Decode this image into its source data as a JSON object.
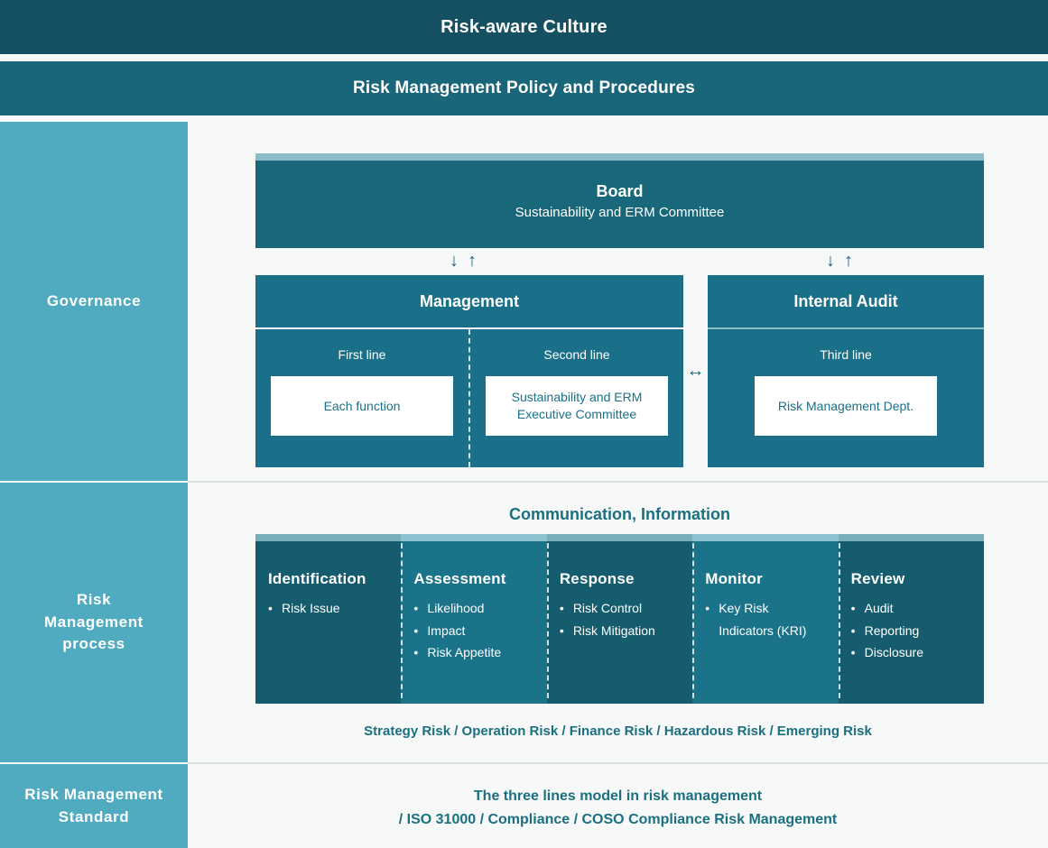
{
  "banners": {
    "culture": "Risk-aware Culture",
    "policy": "Risk Management Policy and Procedures"
  },
  "rail": {
    "governance": "Governance",
    "process": "Risk\nManagement\nprocess",
    "standard": "Risk Management\nStandard"
  },
  "governance": {
    "board": {
      "title": "Board",
      "subtitle": "Sustainability and ERM Committee"
    },
    "arrows": {
      "down": "↓",
      "up": "↑",
      "both": "↔"
    },
    "management": {
      "title": "Management",
      "columns": [
        {
          "line_label": "First line",
          "card": "Each function"
        },
        {
          "line_label": "Second line",
          "card": "Sustainability and ERM\nExecutive Committee"
        }
      ]
    },
    "internal_audit": {
      "title": "Internal Audit",
      "line_label": "Third line",
      "card": "Risk Management Dept."
    }
  },
  "process": {
    "communication_label": "Communication, Information",
    "steps": [
      {
        "title": "Identification",
        "items": [
          "Risk Issue"
        ]
      },
      {
        "title": "Assessment",
        "items": [
          "Likelihood",
          "Impact",
          "Risk Appetite"
        ]
      },
      {
        "title": "Response",
        "items": [
          "Risk Control",
          "Risk Mitigation"
        ]
      },
      {
        "title": "Monitor",
        "items": [
          "Key Risk Indicators (KRI)"
        ]
      },
      {
        "title": "Review",
        "items": [
          "Audit",
          "Reporting",
          "Disclosure"
        ]
      }
    ],
    "risk_types": "Strategy Risk / Operation Risk / Finance Risk / Hazardous Risk / Emerging Risk"
  },
  "standard": {
    "line1": "The three lines model in risk management",
    "line2": "/ ISO 31000 / Compliance / COSO Compliance Risk Management"
  },
  "colors": {
    "dark_teal": "#145061",
    "mid_teal": "#19667a",
    "box_teal": "#1a7088",
    "light_blue": "#51abc0",
    "pale_blue": "#8cbdc7",
    "text_teal": "#1a7080",
    "process_dark": "#155d6e",
    "process_light": "#1a7389",
    "background": "#f7f8f8"
  }
}
